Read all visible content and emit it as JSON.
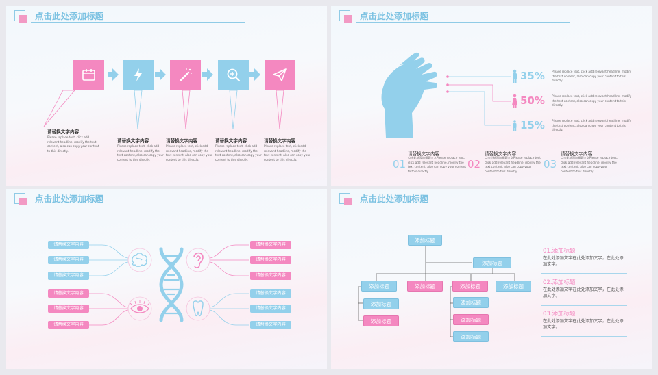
{
  "slide_title": "点击此处添加标题",
  "colors": {
    "pink": "#f488c0",
    "blue": "#93d0eb",
    "title": "#7cc2e2"
  },
  "s1": {
    "icons": [
      "calendar-icon",
      "lightning-icon",
      "magic-wand-icon",
      "zoom-in-icon",
      "paper-plane-icon"
    ],
    "items": [
      {
        "title": "请替换文字内容",
        "text": "Please replace text, click add relevant headline, modify the text content, also can copy your content to this directly."
      },
      {
        "title": "请替换文字内容",
        "text": "Please replace text, click add relevant headline, modify the text content, also can copy your content to this directly."
      },
      {
        "title": "请替换文字内容",
        "text": "Please replace text, click add relevant headline, modify the text content, also can copy your content to this directly."
      },
      {
        "title": "请替换文字内容",
        "text": "Please replace text, click add relevant headline, modify the text content, also can copy your content to this directly."
      },
      {
        "title": "请替换文字内容",
        "text": "Please replace text, click add relevant headline, modify the text content, also can copy your content to this directly."
      }
    ]
  },
  "s2": {
    "stats": [
      {
        "value": "35%",
        "text": "Please replace text, click add relevant headline, modify the text content, also can copy your content to this directly."
      },
      {
        "value": "50%",
        "text": "Please replace text, click add relevant headline, modify the text content, also can copy your content to this directly."
      },
      {
        "value": "15%",
        "text": "Please replace text, click add relevant headline, modify the text content, also can copy your content to this directly."
      }
    ],
    "progress": [
      0.35,
      0.5,
      0.15
    ],
    "bottom": [
      {
        "num": "01",
        "title": "请替换文字内容",
        "text": "点击此处添加标题文字Please replace text, click add relevant headline, modify the text content, also can copy your content to this directly."
      },
      {
        "num": "02",
        "title": "请替换文字内容",
        "text": "点击此处添加标题文字Please replace text, click add relevant headline, modify the text content, also can copy your content to this directly."
      },
      {
        "num": "03",
        "title": "请替换文字内容",
        "text": "点击此处添加标题文字Please replace text, click add relevant headline, modify the text content, also can copy your content to this directly."
      }
    ]
  },
  "s3": {
    "left": [
      "请替换文字内容",
      "请替换文字内容",
      "请替换文字内容",
      "请替换文字内容",
      "请替换文字内容",
      "请替换文字内容"
    ],
    "right": [
      "请替换文字内容",
      "请替换文字内容",
      "请替换文字内容",
      "请替换文字内容",
      "请替换文字内容",
      "请替换文字内容"
    ],
    "icons": [
      "brain-icon",
      "ear-icon",
      "eye-icon",
      "tooth-icon",
      "dna-icon"
    ]
  },
  "s4": {
    "root": "添加标题",
    "level1": [
      "添加标题",
      "添加标题",
      "添加标题",
      "添加标题",
      "添加标题"
    ],
    "level2_left": [
      "添加标题",
      "添加标题"
    ],
    "level2_mid": [
      "添加标题",
      "添加标题",
      "添加标题"
    ],
    "points": [
      {
        "title": "01.添加标题",
        "text": "在此处添加文字在此处添加文字，在此处添加文字。"
      },
      {
        "title": "02.添加标题",
        "text": "在此处添加文字在此处添加文字，在此处添加文字。"
      },
      {
        "title": "03.添加标题",
        "text": "在此处添加文字在此处添加文字，在此处添加文字。"
      }
    ]
  }
}
